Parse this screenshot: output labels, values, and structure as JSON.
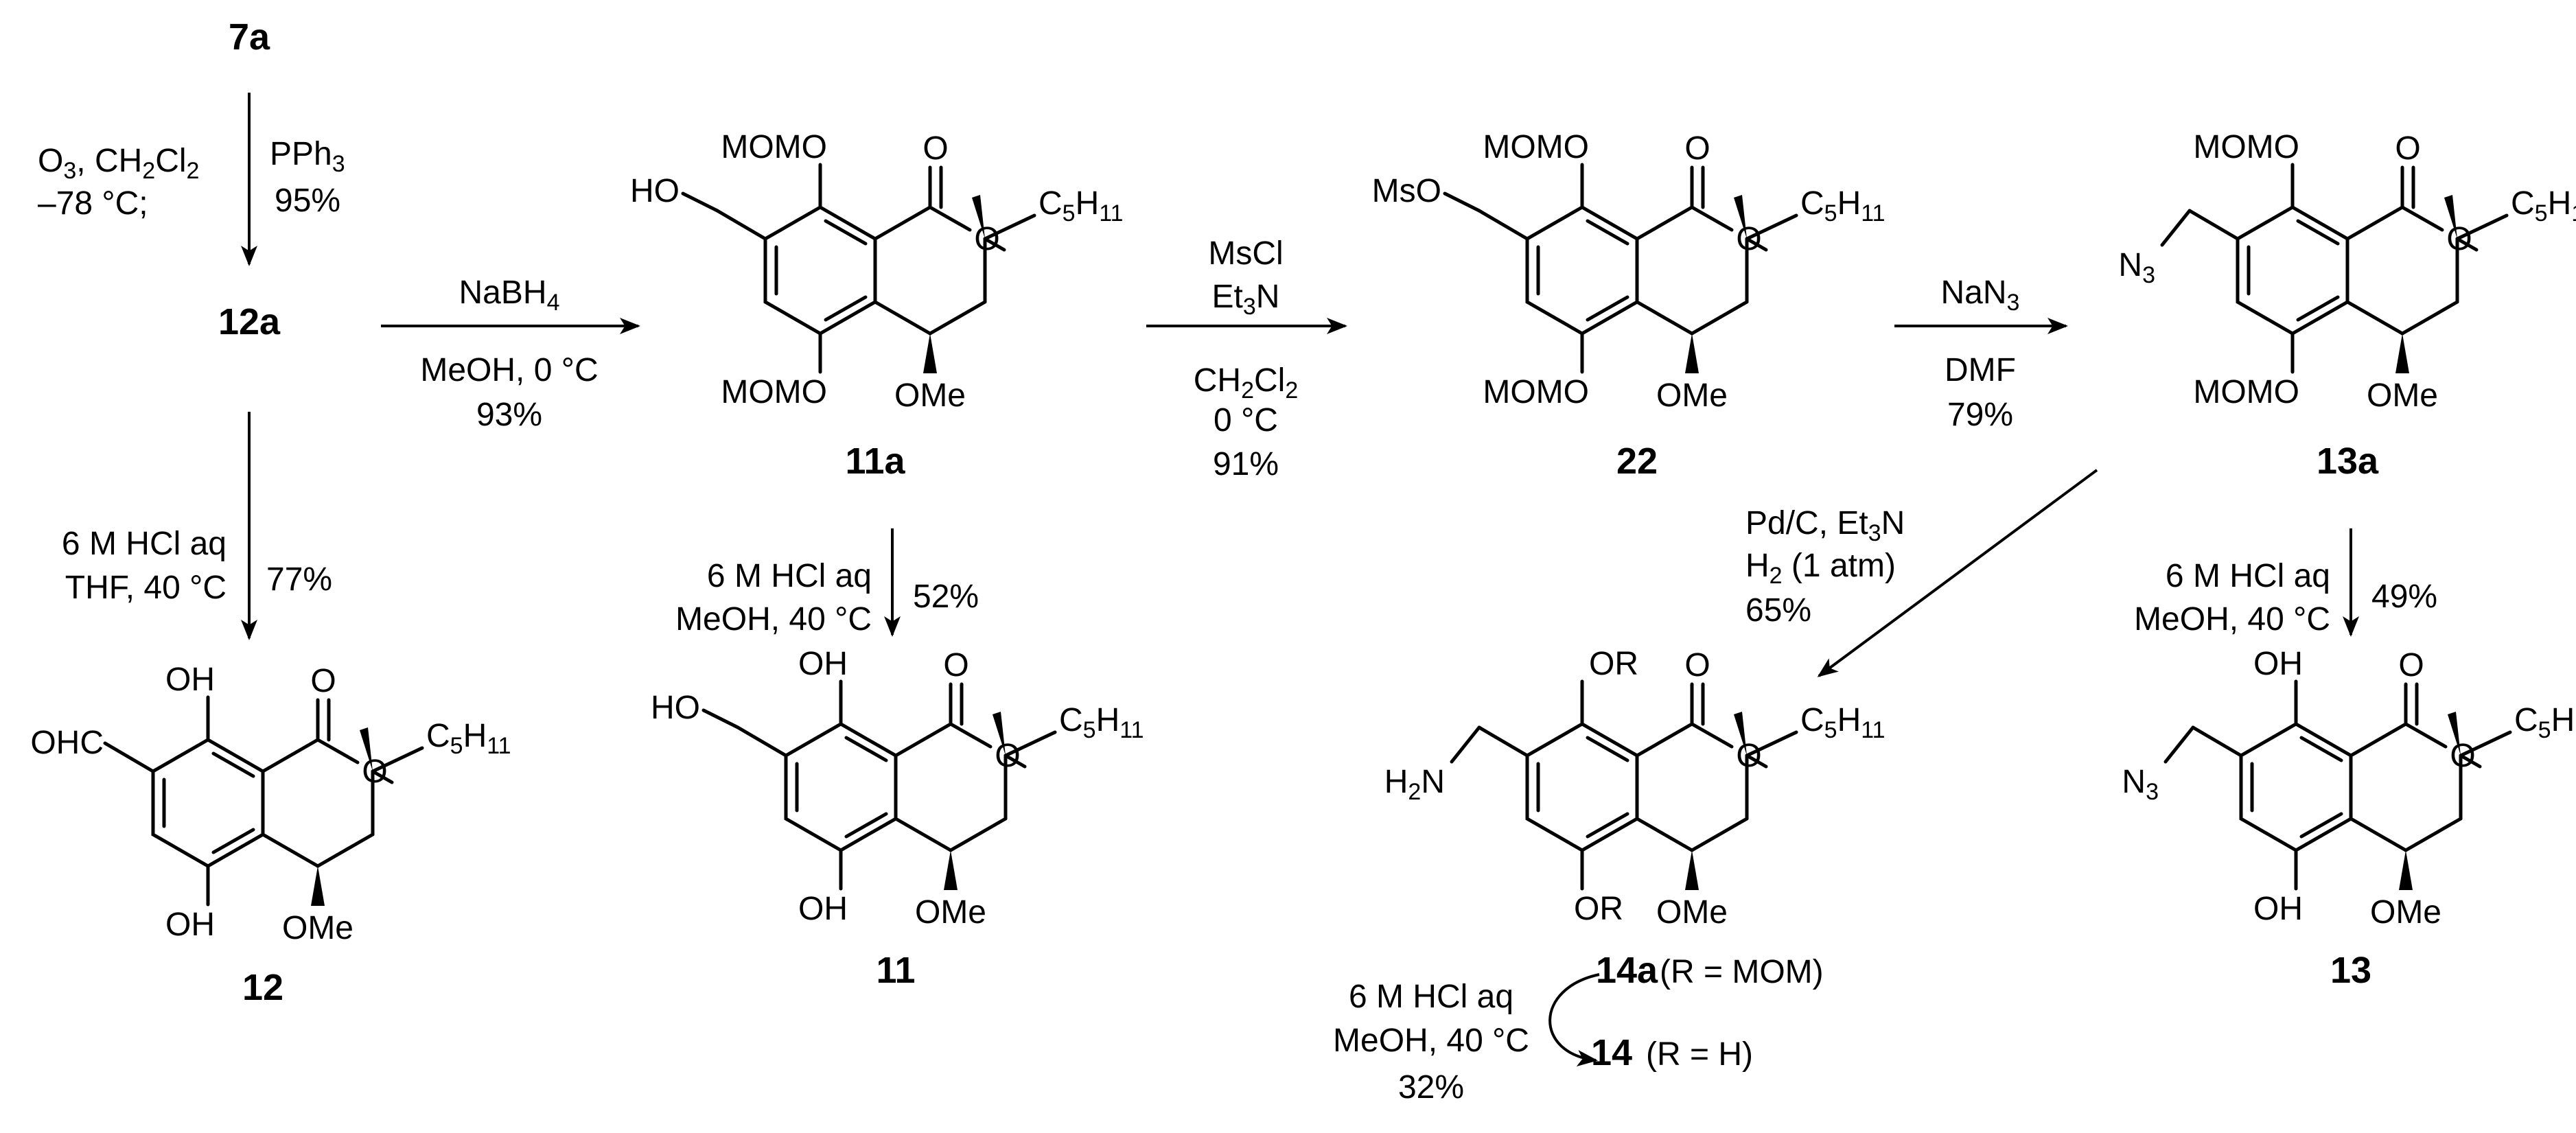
{
  "colors": {
    "ink": "#000000",
    "background": "#ffffff"
  },
  "compounds": {
    "c7a": "7a",
    "c12a": "12a",
    "c11a": "11a",
    "c22": "22",
    "c13a": "13a",
    "c12": "12",
    "c11": "11",
    "c13": "13",
    "c14a": "14a",
    "c14": "14",
    "r14a": "(R = MOM)",
    "r14": "(R = H)"
  },
  "atoms": {
    "MOMO": "MOMO",
    "O": "O",
    "OMe": "OMe",
    "C5H11": "C5H11",
    "HO": "HO",
    "MsO": "MsO",
    "N3": "N3",
    "OH": "OH",
    "OHC": "OHC",
    "OR": "OR",
    "H2N": "H2N"
  },
  "conditions": {
    "s1_left1": "O3, CH2Cl2",
    "s1_left2": "–78 °C;",
    "s1_right1": "PPh3",
    "s1_right2": "95%",
    "s2_top": "NaBH4",
    "s2_bot1": "MeOH, 0 °C",
    "s2_bot2": "93%",
    "s3_top1": "MsCl",
    "s3_top2": "Et3N",
    "s3_bot1": "CH2Cl2",
    "s3_bot2": "0 °C",
    "s3_bot3": "91%",
    "s4_top": "NaN3",
    "s4_bot1": "DMF",
    "s4_bot2": "79%",
    "s5_left1": "6 M HCl aq",
    "s5_left2": "THF, 40 °C",
    "s5_right": "77%",
    "s6_left1": "6 M HCl aq",
    "s6_left2": "MeOH, 40 °C",
    "s6_right": "52%",
    "s7_1": "Pd/C, Et3N",
    "s7_2": "H2 (1 atm)",
    "s7_3": "65%",
    "s8_left1": "6 M HCl aq",
    "s8_left2": "MeOH, 40 °C",
    "s8_right": "49%",
    "s9_1": "6 M HCl aq",
    "s9_2": "MeOH, 40 °C",
    "s9_3": "32%"
  }
}
